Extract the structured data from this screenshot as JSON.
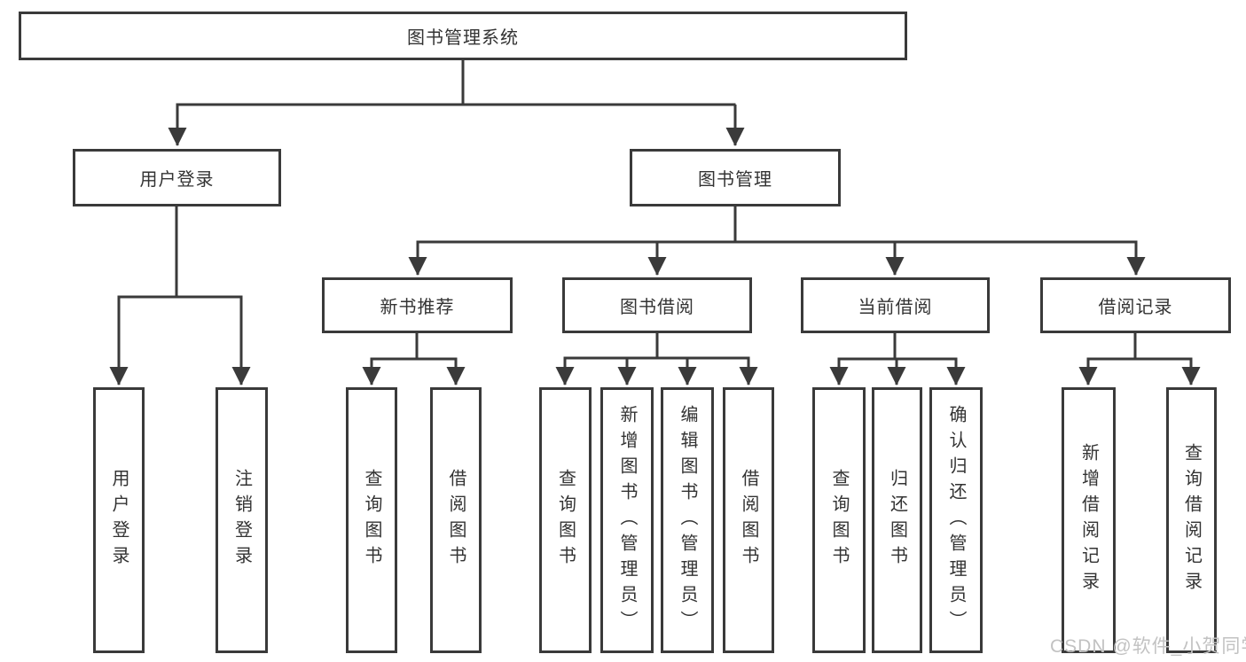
{
  "diagram": {
    "root": {
      "label": "图书管理系统"
    },
    "level2": [
      {
        "id": "user-login",
        "label": "用户登录"
      },
      {
        "id": "book-management",
        "label": "图书管理"
      }
    ],
    "level3": [
      {
        "id": "new-book-recommend",
        "label": "新书推荐"
      },
      {
        "id": "book-borrow",
        "label": "图书借阅"
      },
      {
        "id": "current-borrow",
        "label": "当前借阅"
      },
      {
        "id": "borrow-records",
        "label": "借阅记录"
      }
    ],
    "leaves": [
      {
        "parent": "用户登录",
        "label": "用户登录"
      },
      {
        "parent": "用户登录",
        "label": "注销登录"
      },
      {
        "parent": "新书推荐",
        "label": "查询图书"
      },
      {
        "parent": "新书推荐",
        "label": "借阅图书"
      },
      {
        "parent": "图书借阅",
        "label": "查询图书"
      },
      {
        "parent": "图书借阅",
        "label": "新增图书（管理员）"
      },
      {
        "parent": "图书借阅",
        "label": "编辑图书（管理员）"
      },
      {
        "parent": "图书借阅",
        "label": "借阅图书"
      },
      {
        "parent": "当前借阅",
        "label": "查询图书"
      },
      {
        "parent": "当前借阅",
        "label": "归还图书"
      },
      {
        "parent": "当前借阅",
        "label": "确认归还（管理员）"
      },
      {
        "parent": "借阅记录",
        "label": "新增借阅记录"
      },
      {
        "parent": "借阅记录",
        "label": "查询借阅记录"
      }
    ],
    "watermark": "CSDN @软件_小贺同学",
    "colors": {
      "stroke": "#3a3a3a",
      "text": "#333333",
      "background": "#ffffff",
      "watermark": "#c2c2c2"
    }
  }
}
